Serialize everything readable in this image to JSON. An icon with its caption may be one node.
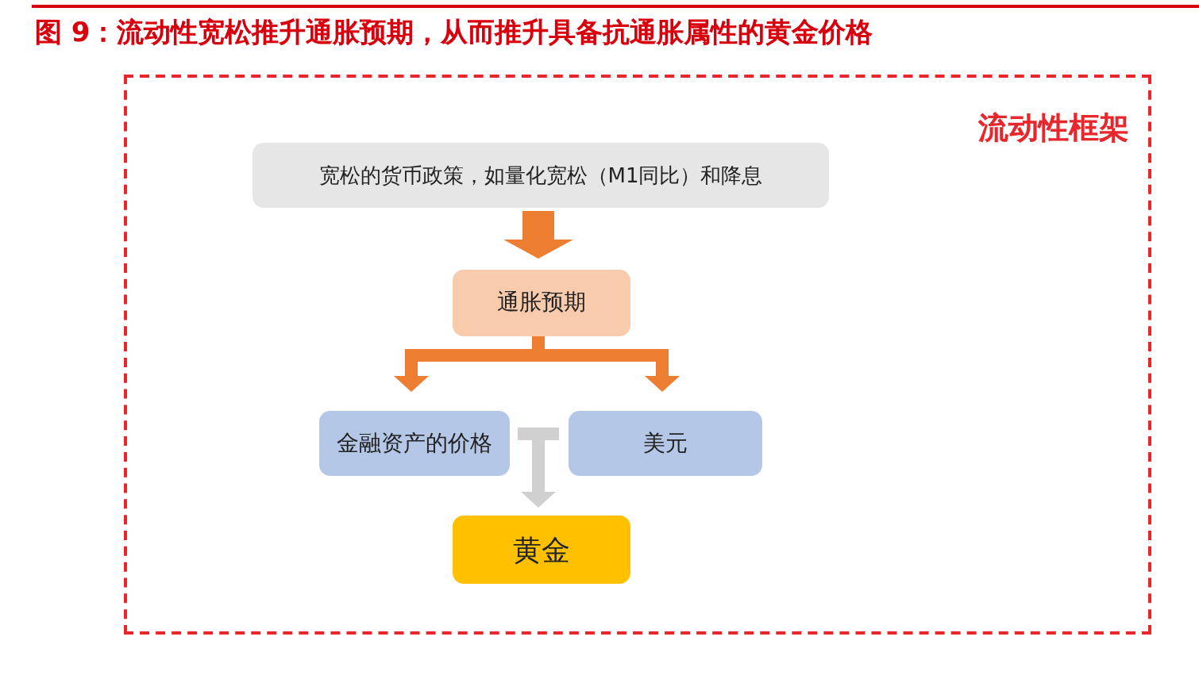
{
  "diagram": {
    "title": "图 9：流动性宽松推升通胀预期，从而推升具备抗通胀属性的黄金价格",
    "nodes": [
      {
        "text": [
          "流动性框架"
        ]
      },
      {
        "text": [
          "宽松的货币政策，如量化宽松（M1同比）和降息"
        ],
        "in": 0
      },
      {
        "text": [
          "通胀预期"
        ],
        "in": 0
      },
      {
        "text": [
          "金融资产的价格"
        ],
        "in": 0
      },
      {
        "text": [
          "美元"
        ],
        "in": 0
      },
      {
        "text": [
          "黄金"
        ],
        "in": 0
      }
    ],
    "edges": [
      {
        "from": 1,
        "to": 2,
        "arrow": "to",
        "style": "thick"
      },
      {
        "from": 2,
        "to": 3,
        "arrow": "to"
      },
      {
        "from": 2,
        "to": 4,
        "arrow": "to"
      },
      {
        "from": 3,
        "to": 5,
        "arrow": "to",
        "color": "#d0d0d0"
      },
      {
        "from": 4,
        "to": 5,
        "arrow": "to",
        "color": "#d0d0d0"
      }
    ]
  }
}
